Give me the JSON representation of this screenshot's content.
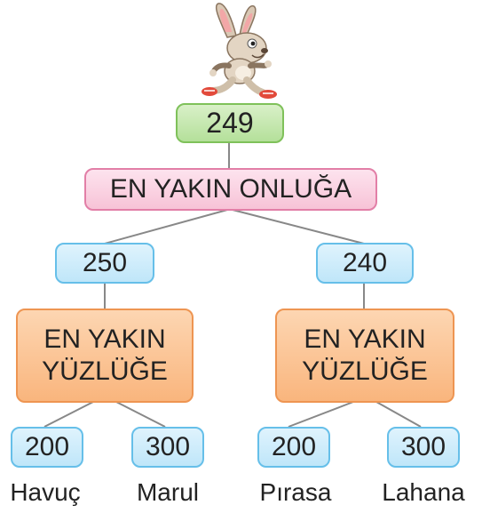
{
  "root": {
    "value": "249"
  },
  "rule_tens": {
    "label": "EN YAKIN ONLUĞA"
  },
  "tens": [
    {
      "value": "250"
    },
    {
      "value": "240"
    }
  ],
  "rule_hundreds": [
    {
      "line1": "EN YAKIN",
      "line2": "YÜZLÜĞE"
    },
    {
      "line1": "EN YAKIN",
      "line2": "YÜZLÜĞE"
    }
  ],
  "leaves": [
    {
      "value": "200",
      "label": "Havuç"
    },
    {
      "value": "300",
      "label": "Marul"
    },
    {
      "value": "200",
      "label": "Pırasa"
    },
    {
      "value": "300",
      "label": "Lahana"
    }
  ],
  "colors": {
    "root": "#b4e09a",
    "rule_tens": "#f7c3d7",
    "value_nodes": "#bfe6f9",
    "rule_hundreds": "#f9b57d",
    "connector": "#888888"
  },
  "icons": {
    "mascot": "running-rabbit-icon"
  }
}
